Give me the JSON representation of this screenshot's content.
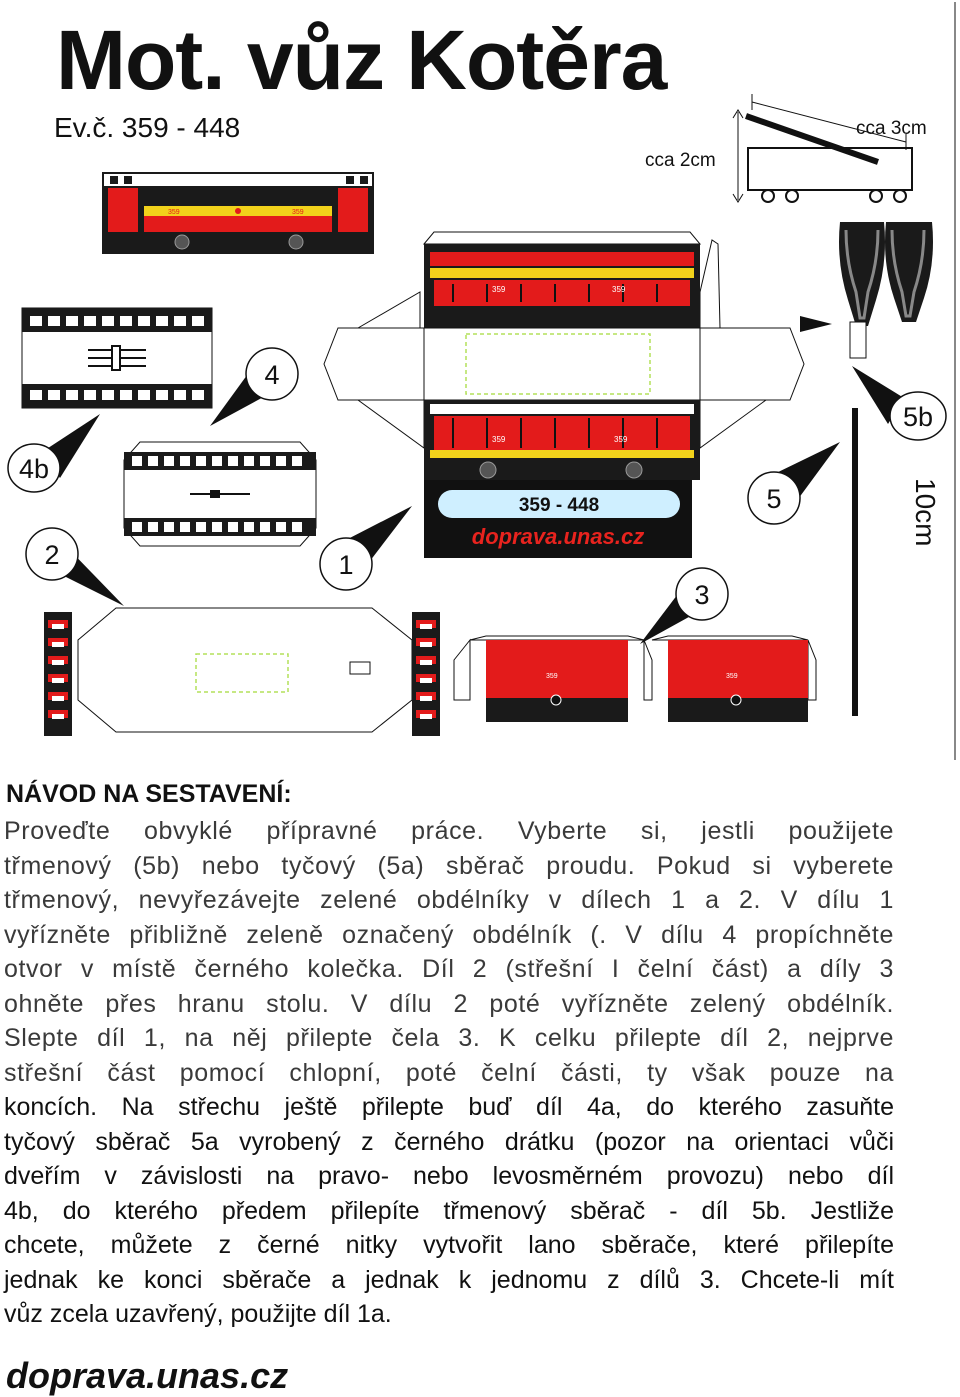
{
  "header": {
    "title": "Mot. vůz Kotěra",
    "subtitle": "Ev.č. 359 - 448"
  },
  "dimensions": {
    "height_label": "cca 2cm",
    "width_label": "cca 3cm",
    "length_label": "10cm"
  },
  "part_labels": {
    "p1": "1",
    "p2": "2",
    "p3": "3",
    "p4": "4",
    "p4b": "4b",
    "p5": "5",
    "p5b": "5b"
  },
  "car_side": {
    "fleet_number": "359",
    "plate_text": "359 - 448",
    "website": "doprava.unas.cz"
  },
  "instructions": {
    "heading": "NÁVOD NA SESTAVENÍ:",
    "lines": [
      "Proveďte obvyklé přípravné práce. Vyberte si, jestli použijete",
      "třmenový (5b) nebo tyčový (5a) sběrač proudu. Pokud si vyberete",
      "třmenový, nevyřezávejte zelené obdélníky v dílech 1 a 2. V dílu 1",
      "vyřízněte přibližně zeleně označený obdélník (. V dílu 4 propíchněte",
      "otvor v místě černého kolečka. Díl 2 (střešní I čelní část) a díly 3",
      "ohněte přes hranu stolu. V dílu 2 poté vyřízněte zelený obdélník.",
      "Slepte díl 1, na něj přilepte čela 3. K celku přilepte díl 2, nejprve",
      "střešní část pomocí chlopní, poté čelní části, ty však pouze na",
      "koncích. Na střechu ještě přilepte buď díl 4a, do kterého zasuňte",
      "tyčový sběrač 5a vyrobený z černého drátku (pozor na orientaci vůči",
      "dveřím v závislosti na pravo- nebo levosměrném provozu) nebo díl",
      "4b, do kterého předem přilepíte třmenový sběrač - díl 5b. Jestliže",
      "chcete, můžete z černé nitky vytvořit lano sběrače, které přilepíte",
      "jednak ke konci sběrače a jednak k jednomu z dílů 3. Chcete-li mít",
      "vůz zcela uzavřený, použijte díl 1a."
    ]
  },
  "footer": {
    "website": "doprava.unas.cz"
  },
  "colors": {
    "tram_red": "#e31b1b",
    "tram_yellow": "#f2d21b",
    "tram_dark": "#1a1a1a",
    "plate_bg": "#cfefff",
    "website_red": "#e8231e",
    "cut_green": "#b4e05a"
  }
}
